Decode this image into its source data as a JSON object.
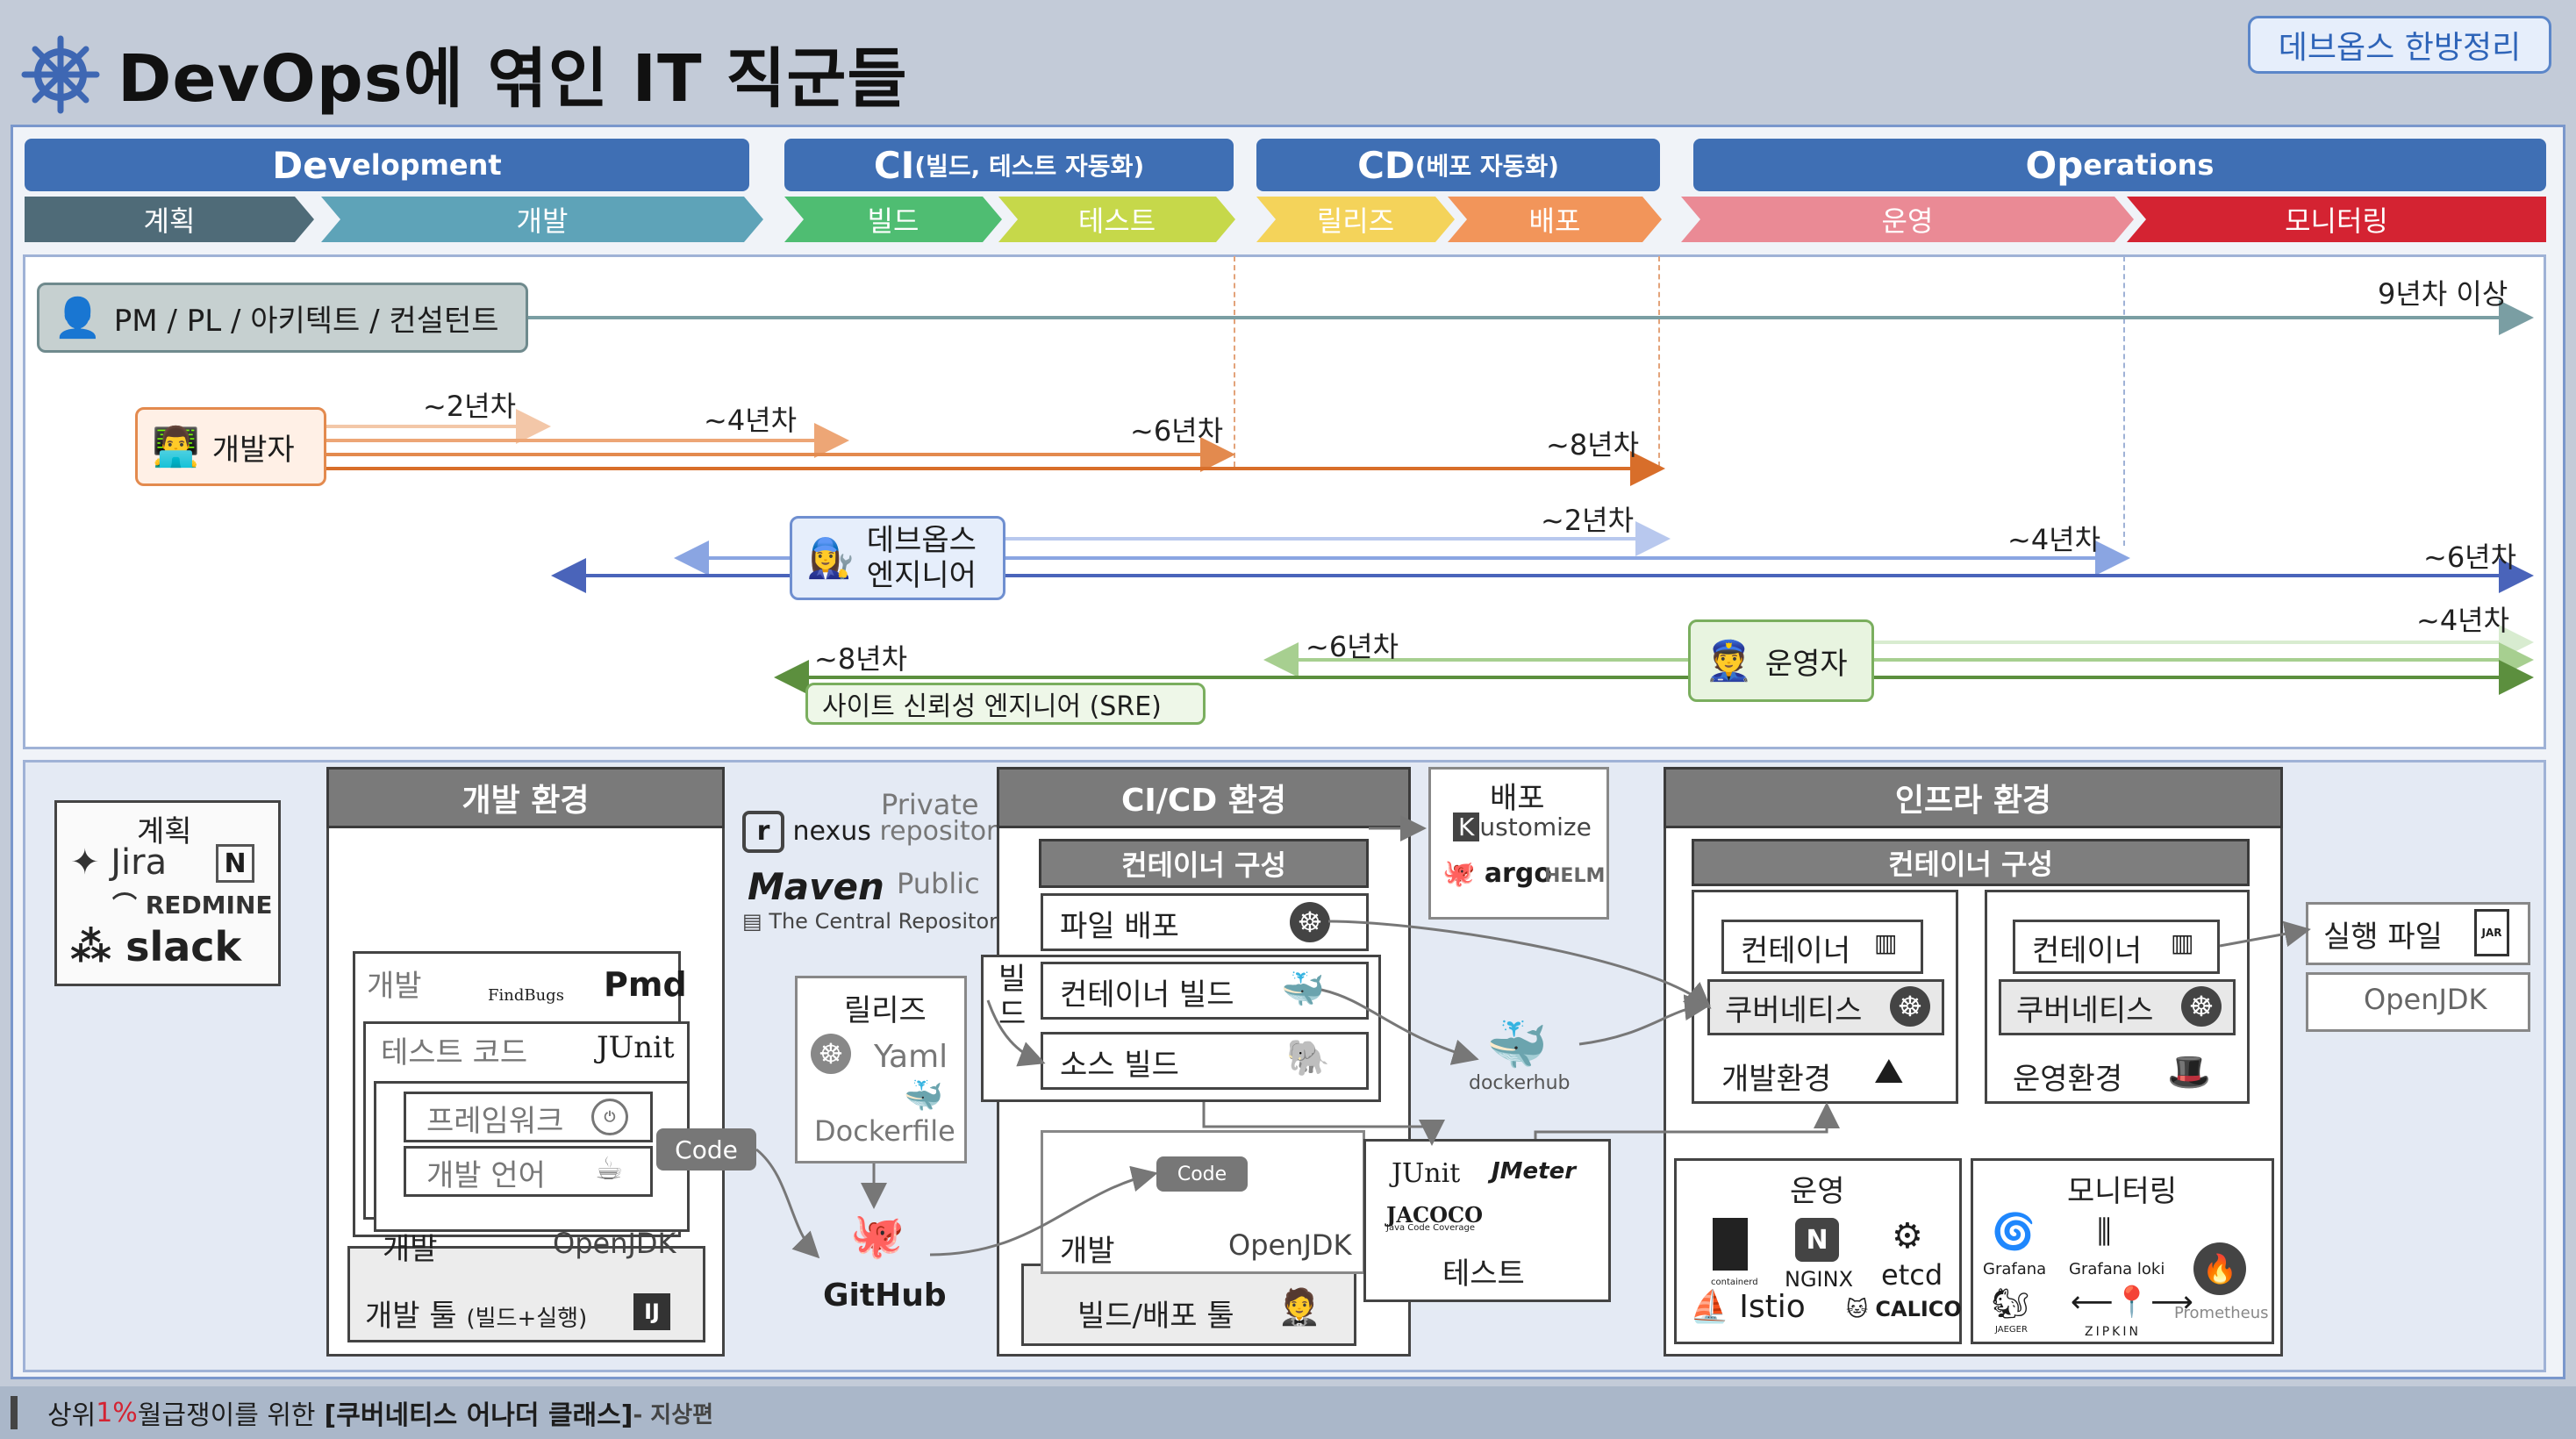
{
  "header": {
    "title": "DevOps에 엮인 IT 직군들",
    "badge": "데브옵스 한방정리"
  },
  "phases": [
    {
      "big": "Dev",
      "rest": "elopment"
    },
    {
      "big": "CI",
      "rest": " (빌드, 테스트 자동화)"
    },
    {
      "big": "CD",
      "rest": " (베포 자동화)"
    },
    {
      "big": "Op",
      "rest": "erations"
    }
  ],
  "stages": [
    "계획",
    "개발",
    "빌드",
    "테스트",
    "릴리즈",
    "배포",
    "운영",
    "모니터링"
  ],
  "stage_colors": [
    "#4f6b78",
    "#5ea3b8",
    "#4fbd72",
    "#c6d84a",
    "#f4d35a",
    "#f2955a",
    "#ea8a95",
    "#d42332"
  ],
  "roles": {
    "pm": "PM / PL / 아키텍트 / 컨설턴트",
    "pm_year": "9년차 이상",
    "dev": "개발자",
    "dev_years": [
      "~2년차",
      "~4년차",
      "~6년차",
      "~8년차"
    ],
    "devops_line1": "데브옵스",
    "devops_line2": "엔지니어",
    "devops_years": [
      "~2년차",
      "~4년차",
      "~6년차"
    ],
    "ops": "운영자",
    "ops_years": [
      "~4년차",
      "~6년차",
      "~8년차"
    ],
    "sre": "사이트 신뢰성 엔지니어 (SRE)"
  },
  "plan": {
    "title": "계획",
    "jira": "Jira",
    "redmine": "REDMINE",
    "slack": "slack",
    "notion": "N"
  },
  "dev_env": {
    "title": "개발 환경",
    "dev": "개발",
    "test_code": "테스트 코드",
    "junit": "JUnit",
    "framework": "프레임워크",
    "language": "개발 언어",
    "dev2": "개발",
    "openjdk": "OpenJDK",
    "tool": "개발 툴",
    "tool_sub": "(빌드+실행)",
    "findbugs": "FindBugs",
    "pmd": "Pmd",
    "code": "Code"
  },
  "repo": {
    "private": "Private",
    "nexus": "nexus",
    "nexus_sub": "repository",
    "maven": "Maven",
    "public": "Public",
    "central": "The Central Repository",
    "release": "릴리즈",
    "yaml": "Yaml",
    "dockerfile": "Dockerfile",
    "github": "GitHub"
  },
  "cicd": {
    "title": "CI/CD 환경",
    "container": "컨테이너 구성",
    "file_deploy": "파일 배포",
    "build_side": "빌드",
    "container_build": "컨테이너 빌드",
    "source_build": "소스 빌드",
    "dev": "개발",
    "openjdk": "OpenJDK",
    "tool": "빌드/배포 툴",
    "code": "Code"
  },
  "deploy": {
    "title": "배포",
    "kustomize": "ustomize",
    "argo": "argo",
    "helm": "HELM"
  },
  "docker": {
    "name": "docker",
    "hub": "hub"
  },
  "test": {
    "junit": "JUnit",
    "jmeter": "JMeter",
    "jacoco": "JACOCO",
    "jacoco_sub": "Java Code Coverage",
    "label": "테스트"
  },
  "infra": {
    "title": "인프라 환경",
    "container": "컨테이너 구성",
    "c1": "컨테이너",
    "k1": "쿠버네티스",
    "env1": "개발환경",
    "c2": "컨테이너",
    "k2": "쿠버네티스",
    "env2": "운영환경",
    "ops": "운영",
    "nginx": "NGINX",
    "etcd": "etcd",
    "istio": "Istio",
    "calico": "CALICO",
    "container_label": "containerd",
    "monitor": "모니터링",
    "grafana": "Grafana",
    "loki": "Grafana loki",
    "prometheus": "Prometheus",
    "zipkin": "ZIPKIN",
    "jaeger": "JAEGER"
  },
  "exec": {
    "file": "실행 파일",
    "jar": "JAR",
    "openjdk": "OpenJDK"
  },
  "footer": {
    "prefix": "상위 ",
    "pct": "1%",
    "mid": " 월급쟁이를 위한 ",
    "course": "[쿠버네티스 어나더 클래스]",
    "author": " - 지상편"
  }
}
